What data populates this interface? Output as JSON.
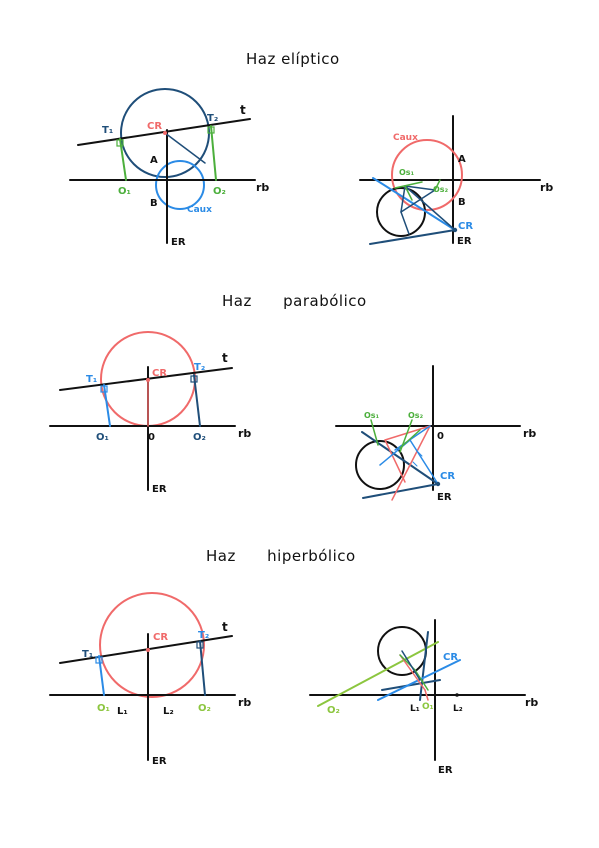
{
  "sections": {
    "eliptico": {
      "title_a": "Haz",
      "title_b": "elíptico",
      "left": {
        "t": "t",
        "t1": "T₁",
        "t2": "T₂",
        "cr": "CR",
        "a": "A",
        "b": "B",
        "o1": "O₁",
        "o2": "O₂",
        "caux": "Caux",
        "rb": "rb",
        "er": "ER"
      },
      "right": {
        "caux": "Caux",
        "a": "A",
        "b": "B",
        "os1": "Os₁",
        "os2": "Os₂",
        "cr": "CR",
        "rb": "rb",
        "er": "ER"
      }
    },
    "parabolico": {
      "title_a": "Haz",
      "title_b": "parabólico",
      "left": {
        "t": "t",
        "t1": "T₁",
        "t2": "T₂",
        "cr": "CR",
        "o": "0",
        "o1": "O₁",
        "o2": "O₂",
        "rb": "rb",
        "er": "ER"
      },
      "right": {
        "os1": "Os₁",
        "os2": "Os₂",
        "o": "0",
        "cr": "CR",
        "rb": "rb",
        "er": "ER"
      }
    },
    "hiperbolico": {
      "title_a": "Haz",
      "title_b": "hiperbólico",
      "left": {
        "t": "t",
        "t1": "T₁",
        "t2": "T₂",
        "cr": "CR",
        "o1": "O₁",
        "o2": "O₂",
        "l1": "L₁",
        "l2": "L₂",
        "rb": "rb",
        "er": "ER"
      },
      "right": {
        "o2": "O₂",
        "l1": "L₁",
        "o1": "O₁",
        "l2": "L₂",
        "cr": "CR",
        "rb": "rb",
        "er": "ER"
      }
    }
  },
  "colors": {
    "ink": "#111111",
    "navy": "#1f4e79",
    "red": "#f06a6a",
    "blue": "#2b8be6",
    "green": "#4caf3c",
    "lime": "#8cc63f"
  }
}
